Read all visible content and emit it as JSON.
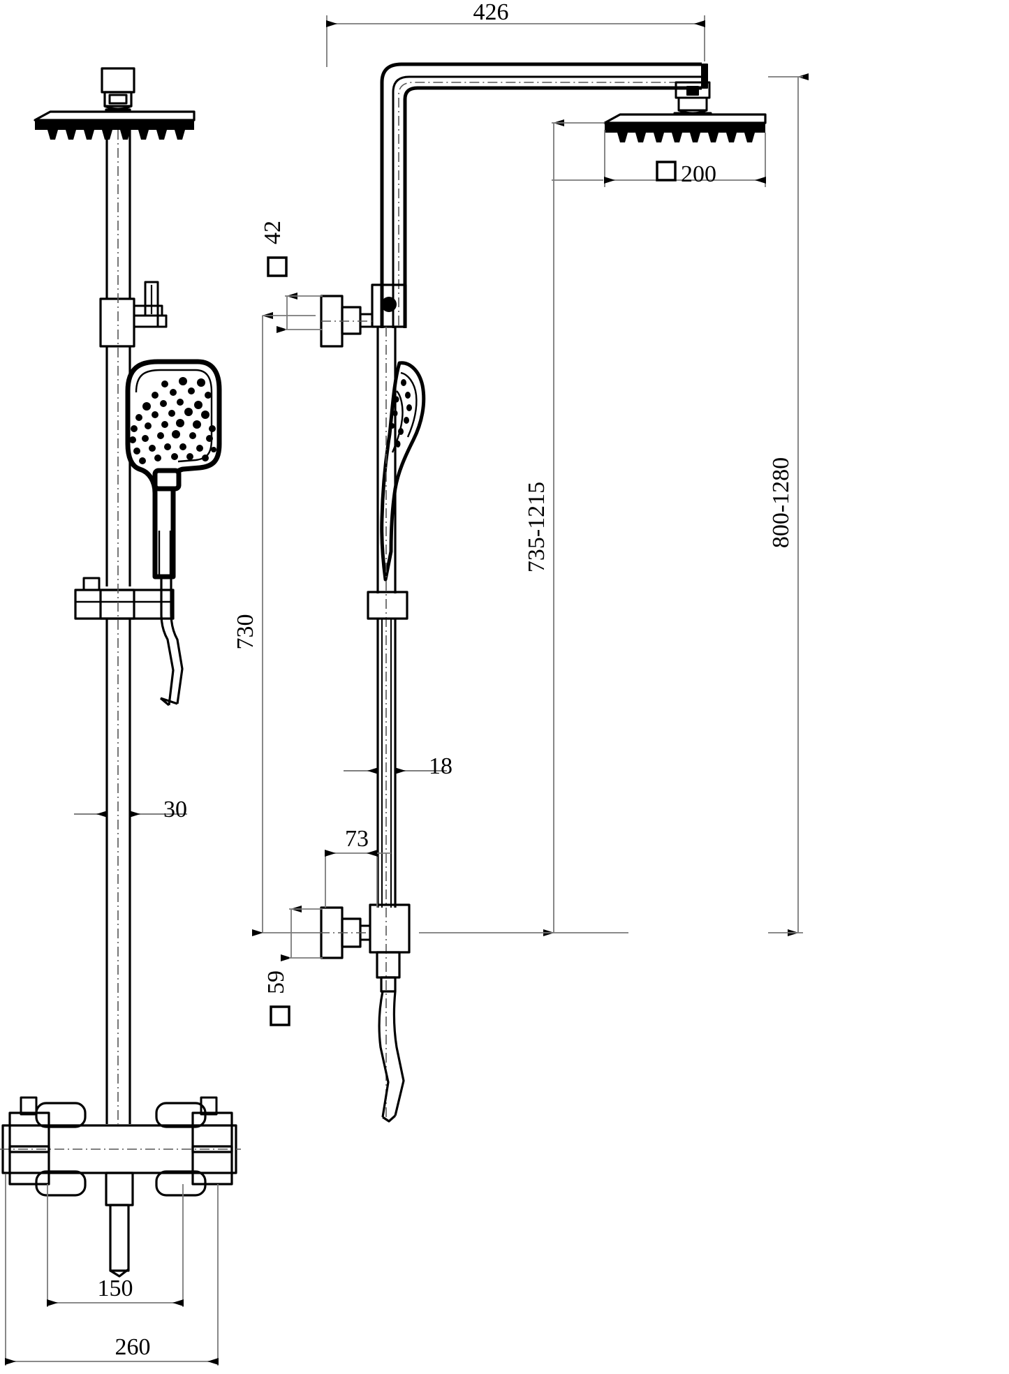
{
  "drawing": {
    "type": "technical-dimension-drawing",
    "subject": "Thermostatic shower column with rain head and hand shower",
    "units": "mm",
    "views": [
      {
        "name": "front-view",
        "label": ""
      },
      {
        "name": "side-view",
        "label": ""
      }
    ]
  },
  "dimensions": {
    "arm_reach": "426",
    "rain_head_square": "200",
    "rail_square": "42",
    "hand_shower_height": "730",
    "rail_length_range": "735-1215",
    "overall_height_range": "800-1280",
    "rail_diameter": "18",
    "bracket_offset": "73",
    "wall_bracket_square": "59",
    "riser_width": "30",
    "inlet_centers": "150",
    "valve_body_width": "260"
  },
  "symbols": {
    "square_symbol": "square-prefix",
    "diameter_prefix": "",
    "arrow": "filled-triangle"
  },
  "colors": {
    "line": "#000000",
    "dimension_line": "#808080",
    "background": "#ffffff"
  }
}
